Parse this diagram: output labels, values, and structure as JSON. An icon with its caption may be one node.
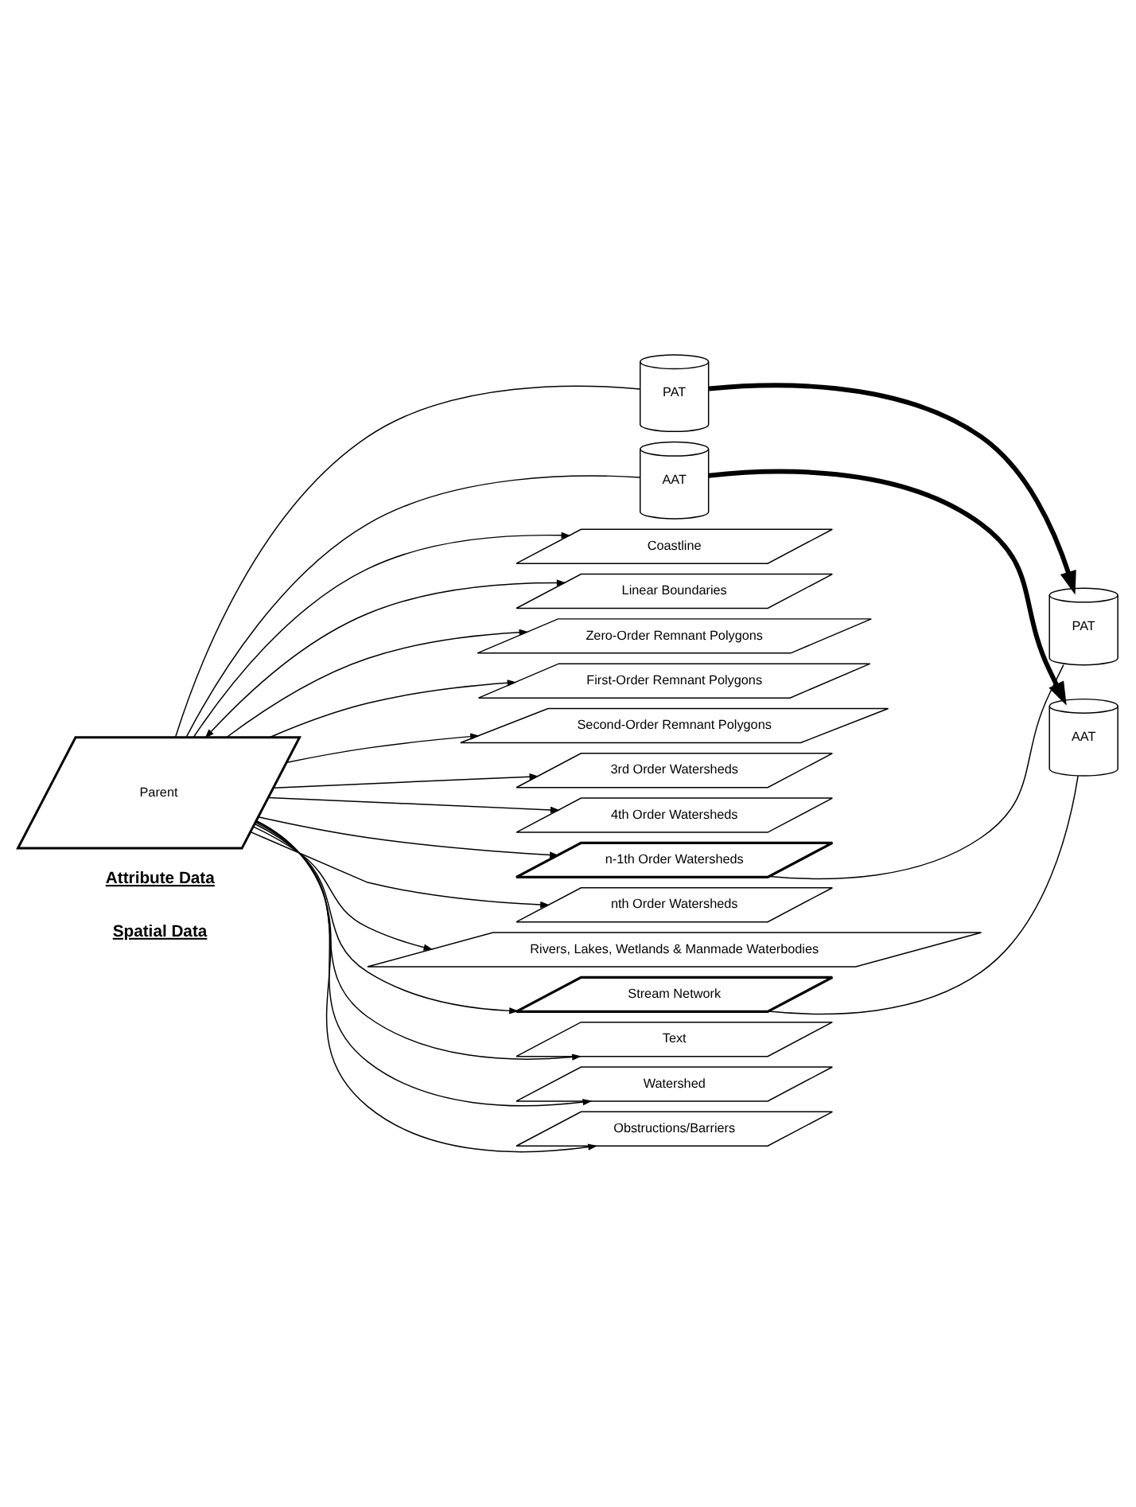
{
  "diagram": {
    "nodes": [
      {
        "text": [
          "Parent"
        ]
      },
      {
        "text": [
          "PAT"
        ]
      },
      {
        "text": [
          "AAT"
        ]
      },
      {
        "text": [
          "Coastline"
        ]
      },
      {
        "text": [
          "Linear Boundaries"
        ]
      },
      {
        "text": [
          "Zero-Order Remnant Polygons"
        ]
      },
      {
        "text": [
          "First-Order Remnant Polygons"
        ]
      },
      {
        "text": [
          "Second-Order Remnant Polygons"
        ]
      },
      {
        "text": [
          "3rd Order Watersheds"
        ]
      },
      {
        "text": [
          "4th Order Watersheds"
        ]
      },
      {
        "text": [
          "n-1th Order Watersheds"
        ]
      },
      {
        "text": [
          "PAT"
        ]
      },
      {
        "text": [
          "nth Order Watersheds"
        ]
      },
      {
        "text": [
          "Rivers, Lakes, Wetlands & Manmade Waterbodies"
        ]
      },
      {
        "text": [
          "AAT"
        ]
      },
      {
        "text": [
          "Stream Network"
        ]
      },
      {
        "text": [
          "Text"
        ]
      },
      {
        "text": [
          "Watershed"
        ]
      },
      {
        "text": [
          "Obstructions/Barriers"
        ]
      }
    ],
    "edges": [
      {
        "from": 0,
        "to": 1,
        "arrow": "none"
      },
      {
        "from": 0,
        "to": 2,
        "arrow": "none"
      },
      {
        "from": 1,
        "to": 11,
        "arrow": "to",
        "style": "thick"
      },
      {
        "from": 2,
        "to": 14,
        "arrow": "to",
        "style": "thick"
      },
      {
        "from": 10,
        "to": 11,
        "arrow": "none"
      },
      {
        "from": 15,
        "to": 14,
        "arrow": "none"
      },
      {
        "from": 0,
        "to": 3,
        "arrow": "to"
      },
      {
        "from": 0,
        "to": 4,
        "arrow": "both"
      },
      {
        "from": 0,
        "to": 5,
        "arrow": "to"
      },
      {
        "from": 0,
        "to": 6,
        "arrow": "to"
      },
      {
        "from": 0,
        "to": 7,
        "arrow": "to"
      },
      {
        "from": 0,
        "to": 8,
        "arrow": "to"
      },
      {
        "from": 0,
        "to": 9,
        "arrow": "to"
      },
      {
        "from": 0,
        "to": 10,
        "arrow": "to"
      },
      {
        "from": 0,
        "to": 12,
        "arrow": "to"
      },
      {
        "from": 0,
        "to": 13,
        "arrow": "to"
      },
      {
        "from": 0,
        "to": 15,
        "arrow": "to"
      },
      {
        "from": 0,
        "to": 16,
        "arrow": "to"
      },
      {
        "from": 0,
        "to": 17,
        "arrow": "to"
      },
      {
        "from": 0,
        "to": 18,
        "arrow": "to"
      }
    ],
    "labels": [
      "Spatial Data",
      "Attribute Data"
    ]
  }
}
